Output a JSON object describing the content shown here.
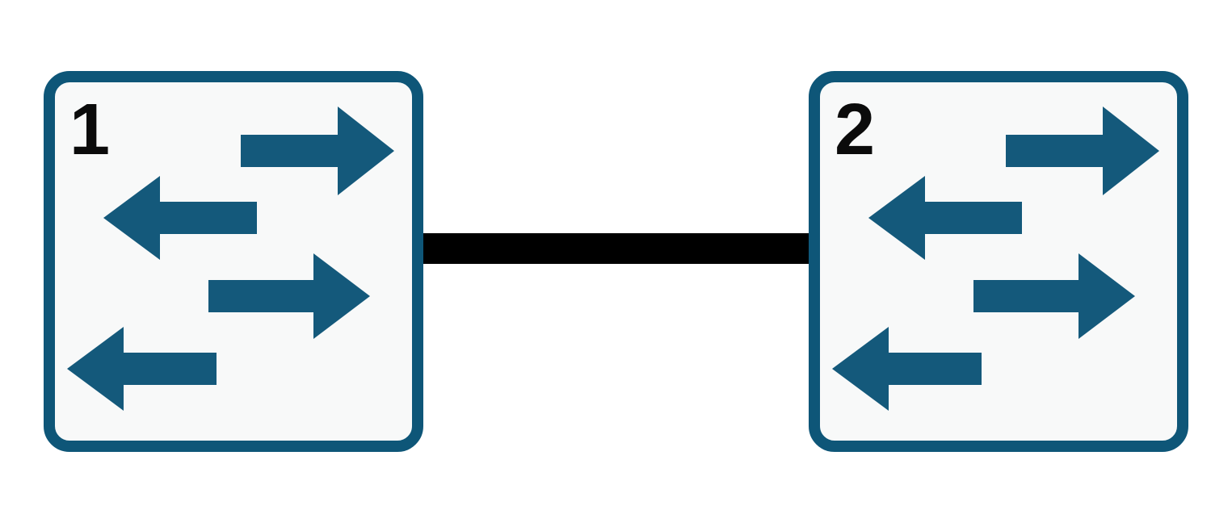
{
  "diagram": {
    "nodes": [
      {
        "id": "switch-1",
        "label": "1",
        "icon": "workgroup-switch-icon"
      },
      {
        "id": "switch-2",
        "label": "2",
        "icon": "workgroup-switch-icon"
      }
    ],
    "link": {
      "from": "1",
      "to": "2",
      "shape": "horizontal-line"
    }
  },
  "colors": {
    "background": "#ffffff",
    "switch_border": "#0e5678",
    "switch_fill": "#f8f9f9",
    "switch_arrow": "#14597b",
    "node_label": "#0b0b0b",
    "link_line": "#000000"
  }
}
